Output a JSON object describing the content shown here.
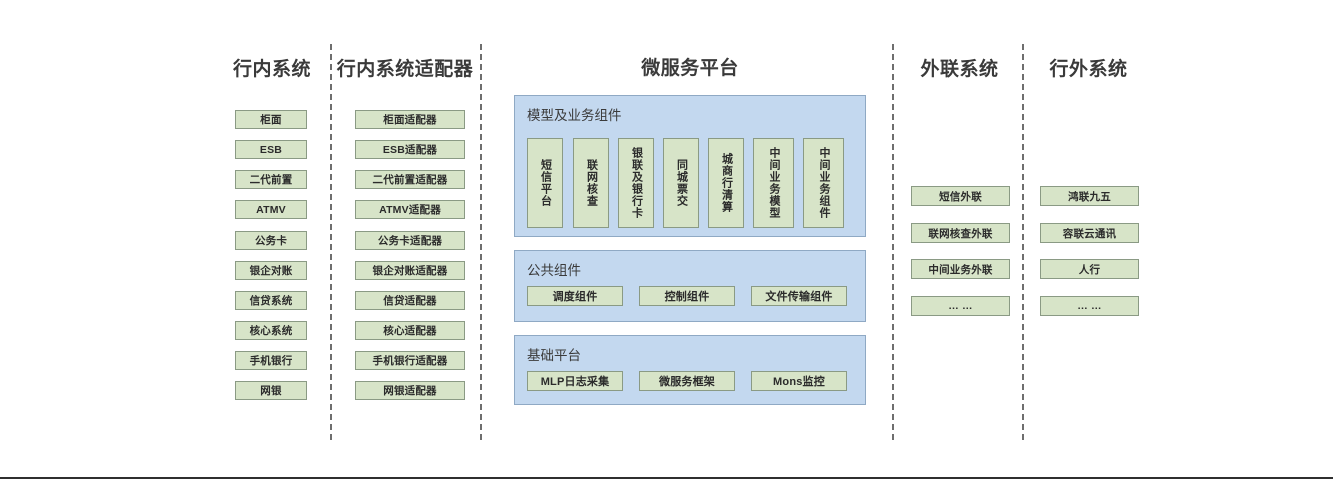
{
  "diagram": {
    "title_bank_internal": "行内系统",
    "title_bank_internal_adapter": "行内系统适配器",
    "title_microservice_platform": "微服务平台",
    "title_external_link": "外联系统",
    "title_outside_bank": "行外系统",
    "colors": {
      "green_fill": "#d7e4c8",
      "green_border": "#8a9a84",
      "blue_fill": "#c3d8ef",
      "blue_border": "#8fa9c4",
      "separator": "#6e6e6e",
      "text": "#2b2b2b"
    },
    "bank_internal_systems": [
      "柜面",
      "ESB",
      "二代前置",
      "ATMV",
      "公务卡",
      "银企对账",
      "信贷系统",
      "核心系统",
      "手机银行",
      "网银"
    ],
    "bank_internal_adapters": [
      "柜面适配器",
      "ESB适配器",
      "二代前置适配器",
      "ATMV适配器",
      "公务卡适配器",
      "银企对账适配器",
      "信贷适配器",
      "核心适配器",
      "手机银行适配器",
      "网银适配器"
    ],
    "platform": {
      "model_section": {
        "label": "模型及业务组件",
        "items": [
          "短信平台",
          "联网核查",
          "银联及银行卡",
          "同城票交",
          "城商行清算",
          "中间业务模型",
          "中间业务组件"
        ]
      },
      "public_section": {
        "label": "公共组件",
        "items": [
          "调度组件",
          "控制组件",
          "文件传输组件"
        ]
      },
      "base_section": {
        "label": "基础平台",
        "items": [
          "MLP日志采集",
          "微服务框架",
          "Mons监控"
        ]
      }
    },
    "external_link_systems": [
      "短信外联",
      "联网核查外联",
      "中间业务外联",
      "… …"
    ],
    "outside_bank_systems": [
      "鸿联九五",
      "容联云通讯",
      "人行",
      "… …"
    ]
  }
}
